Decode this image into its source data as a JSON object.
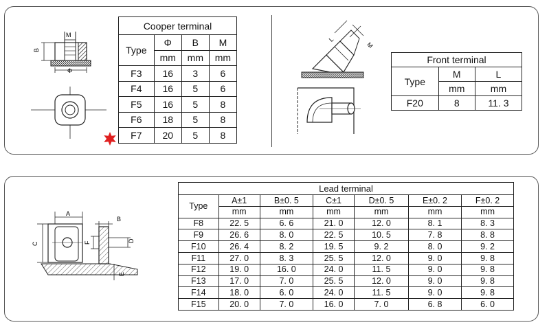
{
  "cooper": {
    "title": "Cooper terminal",
    "type_label": "Type",
    "cols": [
      "Φ",
      "B",
      "M"
    ],
    "units": [
      "mm",
      "mm",
      "mm"
    ],
    "rows": [
      [
        "F3",
        "16",
        "3",
        "6"
      ],
      [
        "F4",
        "16",
        "5",
        "6"
      ],
      [
        "F5",
        "16",
        "5",
        "8"
      ],
      [
        "F6",
        "18",
        "5",
        "8"
      ],
      [
        "F7",
        "20",
        "5",
        "8"
      ]
    ],
    "diagram_labels": {
      "m": "M",
      "b": "B",
      "phi": "Φ"
    }
  },
  "front": {
    "title": "Front terminal",
    "type_label": "Type",
    "cols": [
      "M",
      "L"
    ],
    "units": [
      "mm",
      "mm"
    ],
    "rows": [
      [
        "F20",
        "8",
        "11. 3"
      ]
    ],
    "diagram_labels": {
      "l": "L",
      "m": "M"
    }
  },
  "lead": {
    "title": "Lead terminal",
    "type_label": "Type",
    "cols": [
      "A±1",
      "B±0. 5",
      "C±1",
      "D±0. 5",
      "E±0. 2",
      "F±0. 2"
    ],
    "units": [
      "mm",
      "mm",
      "mm",
      "mm",
      "mm",
      "mm"
    ],
    "rows": [
      [
        "F8",
        "22. 5",
        "6. 6",
        "21. 0",
        "12. 0",
        "8. 1",
        "8. 3"
      ],
      [
        "F9",
        "26. 6",
        "8. 0",
        "22. 5",
        "10. 5",
        "7. 8",
        "8. 8"
      ],
      [
        "F10",
        "26. 4",
        "8. 2",
        "19. 5",
        "9. 2",
        "8. 0",
        "9. 2"
      ],
      [
        "F11",
        "27. 0",
        "8. 3",
        "25. 5",
        "12. 0",
        "9. 0",
        "9. 8"
      ],
      [
        "F12",
        "19. 0",
        "16. 0",
        "24. 0",
        "11. 5",
        "9. 0",
        "9. 8"
      ],
      [
        "F13",
        "17. 0",
        "7. 0",
        "25. 5",
        "12. 0",
        "9. 0",
        "9. 8"
      ],
      [
        "F14",
        "18. 0",
        "6. 0",
        "24. 0",
        "11. 5",
        "9. 0",
        "9. 8"
      ],
      [
        "F15",
        "20. 0",
        "7. 0",
        "16. 0",
        "7. 0",
        "6. 8",
        "6. 0"
      ]
    ],
    "diagram_labels": {
      "a": "A",
      "b": "B",
      "c": "C",
      "d": "D",
      "e": "E",
      "f": "F"
    }
  },
  "colors": {
    "star": "#e02020",
    "line": "#222222"
  },
  "icons": {
    "marker": "red-star-icon"
  }
}
